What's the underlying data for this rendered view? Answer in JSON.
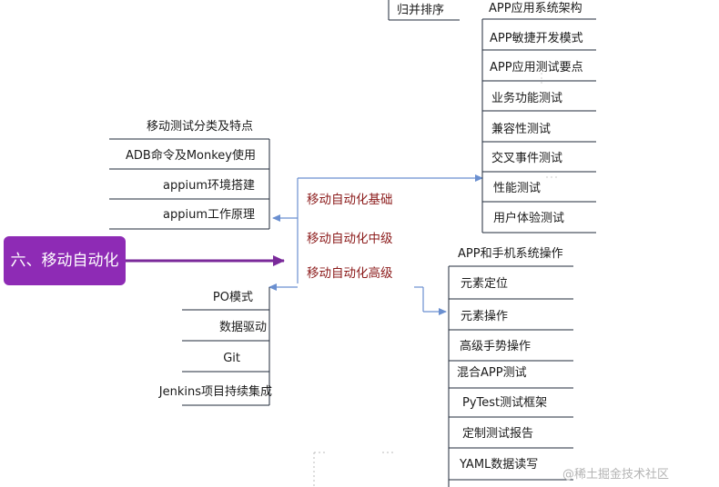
{
  "root": {
    "label": "六、移动自动化"
  },
  "middle": [
    {
      "label": "移动自动化基础"
    },
    {
      "label": "移动自动化中级"
    },
    {
      "label": "移动自动化高级"
    }
  ],
  "top_partial": {
    "label": "归并排序"
  },
  "basics_left": [
    "移动测试分类及特点",
    "ADB命令及Monkey使用",
    "appium环境搭建",
    "appium工作原理"
  ],
  "basics_right": [
    "APP应用系统架构",
    "APP敏捷开发模式",
    "APP应用测试要点",
    "业务功能测试",
    "兼容性测试",
    "交叉事件测试",
    "性能测试",
    "用户体验测试"
  ],
  "advanced_left": [
    "PO模式",
    "数据驱动",
    "Git",
    "Jenkins项目持续集成"
  ],
  "advanced_right": [
    "APP和手机系统操作",
    "元素定位",
    "元素操作",
    "高级手势操作",
    "混合APP测试",
    "PyTest测试框架",
    "定制测试报告",
    "YAML数据读写"
  ],
  "watermark": "@稀土掘金技术社区",
  "colors": {
    "root": "#8e2bb5",
    "arrow_purple": "#7a2a9a",
    "connector_blue": "#6a8fd0",
    "middle_text": "#8b1a1a",
    "underline": "#1f2a3a"
  }
}
